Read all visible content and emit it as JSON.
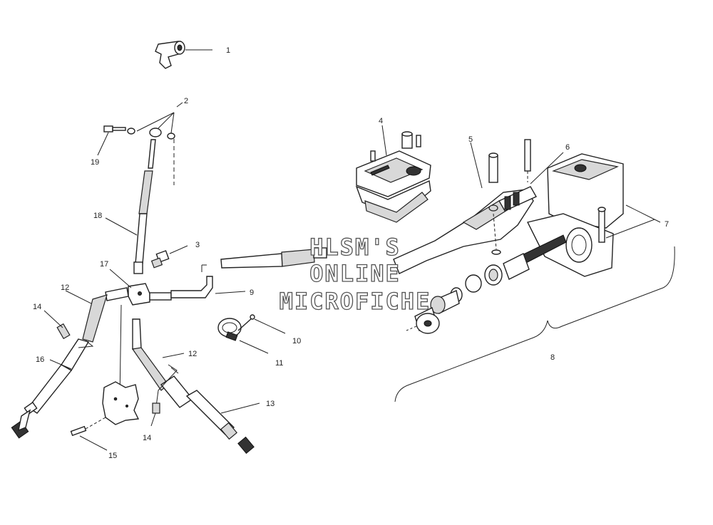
{
  "watermark": {
    "line1": "HLSM'S",
    "line2": "ONLINE",
    "line3": "MICROFICHE"
  },
  "callouts": {
    "c1": "1",
    "c2": "2",
    "c3": "3",
    "c4": "4",
    "c5": "5",
    "c6": "6",
    "c7": "7",
    "c8": "8",
    "c9": "9",
    "c10": "10",
    "c11": "11",
    "c12a": "12",
    "c12b": "12",
    "c13": "13",
    "c14a": "14",
    "c14b": "14",
    "c15": "15",
    "c16": "16",
    "c17": "17",
    "c18": "18",
    "c19": "19"
  }
}
